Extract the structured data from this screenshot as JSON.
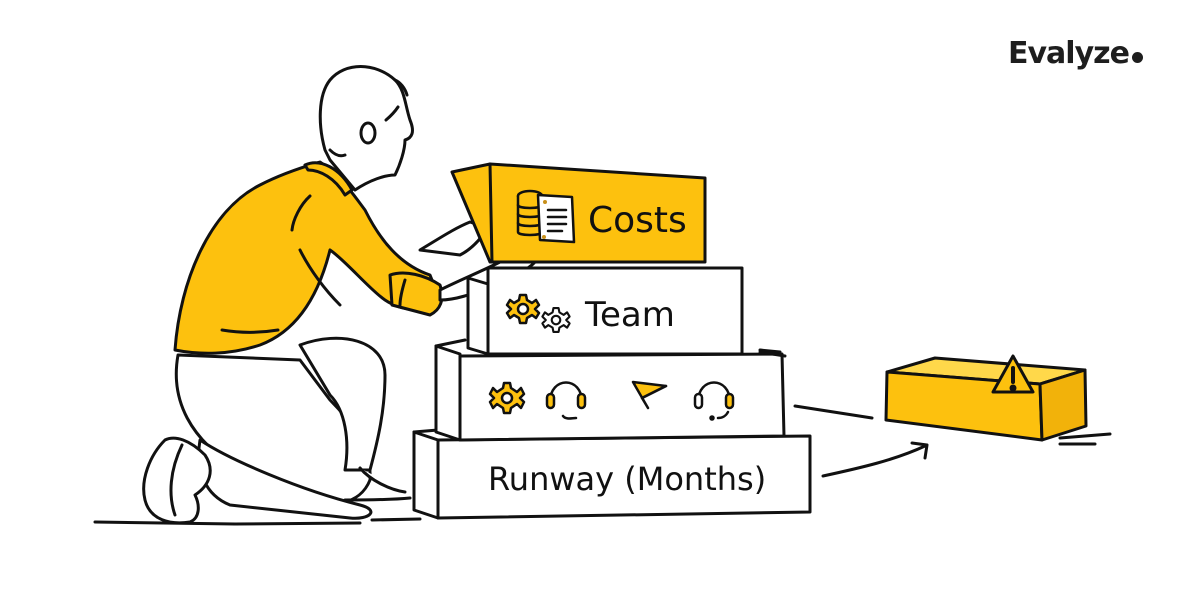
{
  "brand": {
    "name": "Evalyze",
    "dot": "."
  },
  "colors": {
    "accent": "#FDC10E",
    "ink": "#111111",
    "background": "#FFFFFF",
    "warning": "#FDC10E"
  },
  "blocks": [
    {
      "label": "Costs",
      "icons": [
        "coins-icon",
        "document-icon"
      ],
      "fill": "#FDC10E"
    },
    {
      "label": "Team",
      "icons": [
        "gear-icon",
        "gear-icon"
      ],
      "fill": "#FFFFFF"
    },
    {
      "label": "",
      "icons": [
        "gear-icon",
        "headset-icon",
        "paper-plane-icon",
        "headset-icon"
      ],
      "fill": "#FFFFFF"
    },
    {
      "label": "Runway (Months)",
      "icons": [],
      "fill": "#FFFFFF"
    }
  ],
  "side_box": {
    "icon": "warning-icon",
    "fill": "#FDC10E"
  }
}
